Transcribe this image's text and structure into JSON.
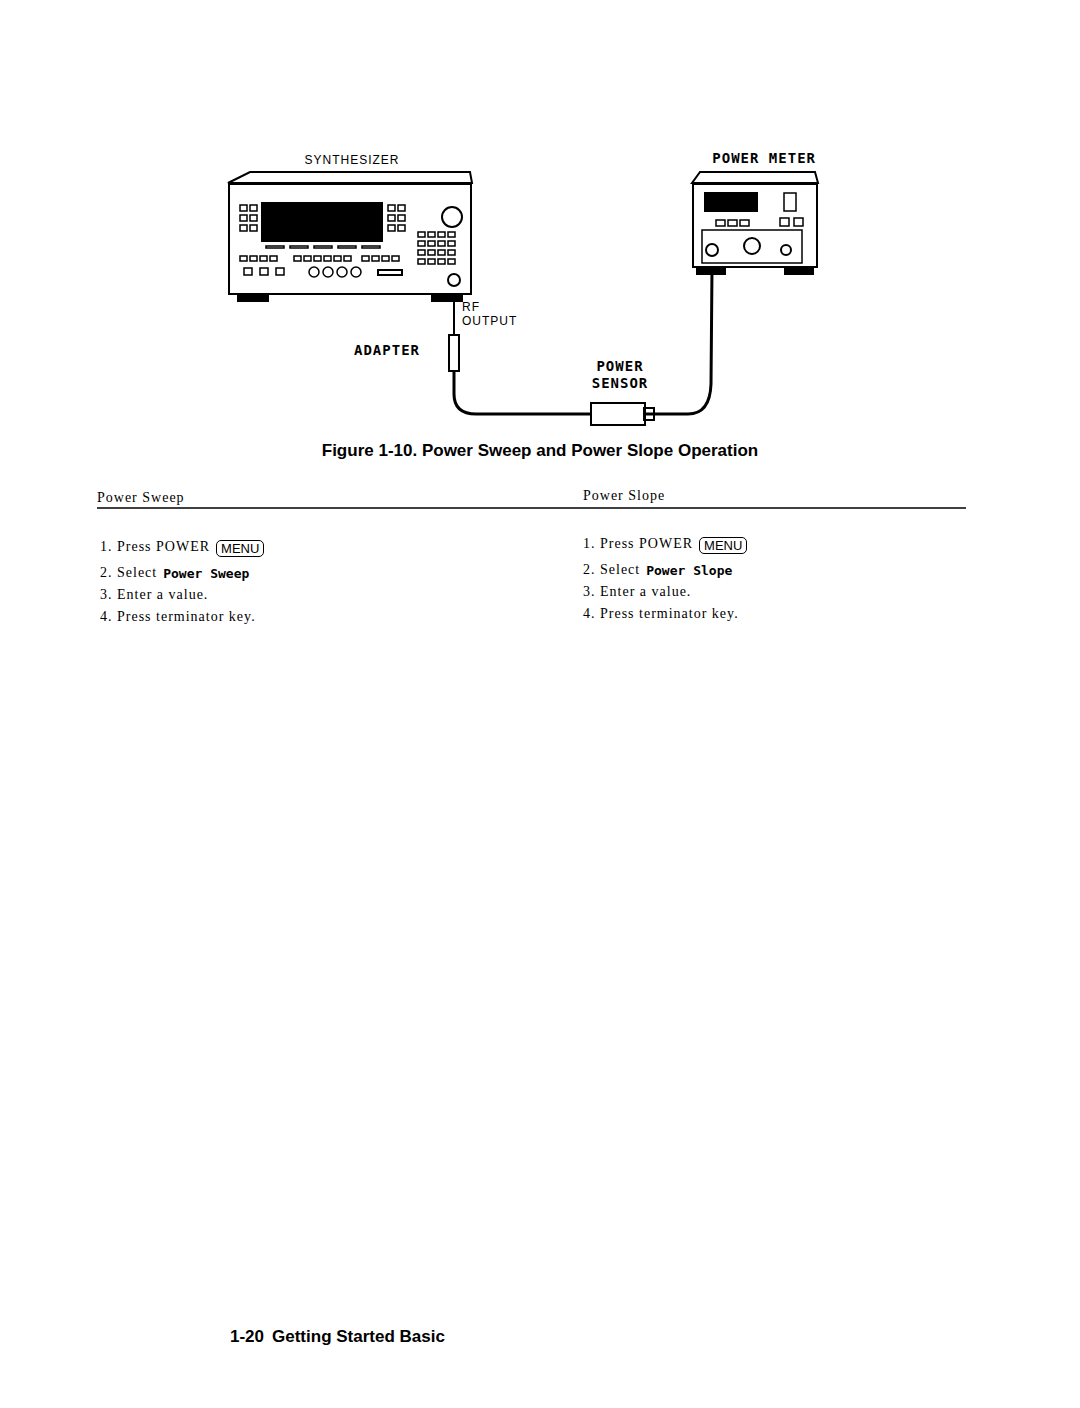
{
  "diagram": {
    "caption": "Figure 1-10. Power Sweep and Power Slope Operation",
    "nodes": [
      {
        "text": [
          "SYNTHESIZER"
        ]
      },
      {
        "text": [
          "POWER METER"
        ]
      },
      {
        "text": [
          "ADAPTER"
        ]
      },
      {
        "text": [
          "POWER SENSOR"
        ]
      }
    ],
    "edges": [
      {
        "from": 0,
        "to": 2,
        "arrow": "none"
      },
      {
        "from": 2,
        "to": 3,
        "arrow": "none"
      },
      {
        "from": 3,
        "to": 1,
        "arrow": "none"
      }
    ],
    "labels": [
      "RF OUTPUT",
      "Power Sweep",
      "Power Slope",
      "1. Press POWER",
      "MENU",
      "2. Select",
      "Power Sweep",
      "3. Enter a value.",
      "4. Press terminator key.",
      "1. Press POWER",
      "MENU",
      "2. Select",
      "Power Slope",
      "3. Enter a value.",
      "4. Press terminator key.",
      "1-20",
      "Getting Started Basic"
    ]
  }
}
